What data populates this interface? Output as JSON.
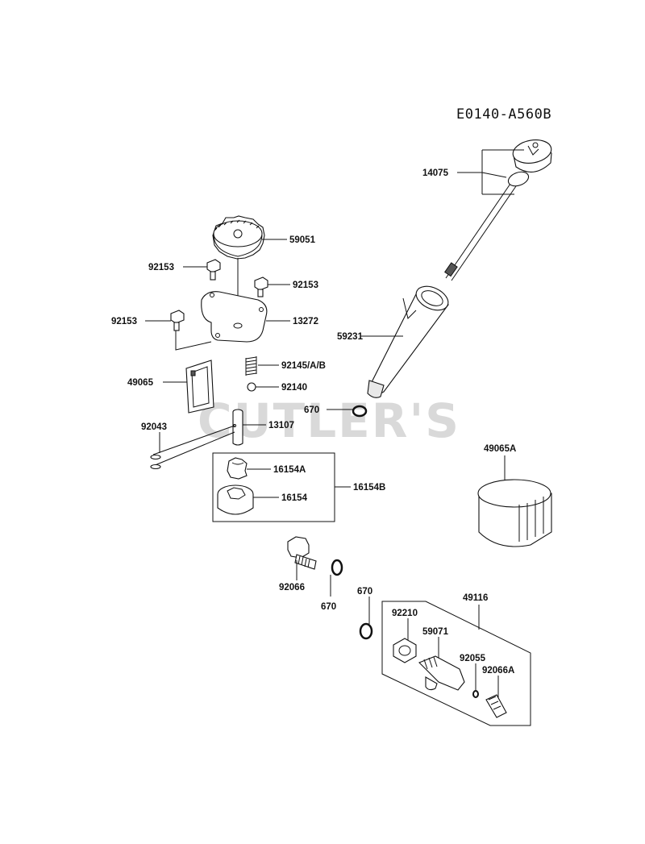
{
  "diagram_code": "E0140-A560B",
  "watermark": "CUTLER'S",
  "labels": {
    "p14075": "14075",
    "p59051": "59051",
    "p92153_a": "92153",
    "p92153_b": "92153",
    "p92153_c": "92153",
    "p13272": "13272",
    "p59231": "59231",
    "p92145": "92145/A/B",
    "p49065": "49065",
    "p92140": "92140",
    "p670_a": "670",
    "p13107": "13107",
    "p92043": "92043",
    "p16154A": "16154A",
    "p16154": "16154",
    "p16154B": "16154B",
    "p49065A": "49065A",
    "p92066": "92066",
    "p670_b": "670",
    "p670_c": "670",
    "p49116": "49116",
    "p92210": "92210",
    "p59071": "59071",
    "p92055": "92055",
    "p92066A": "92066A"
  }
}
